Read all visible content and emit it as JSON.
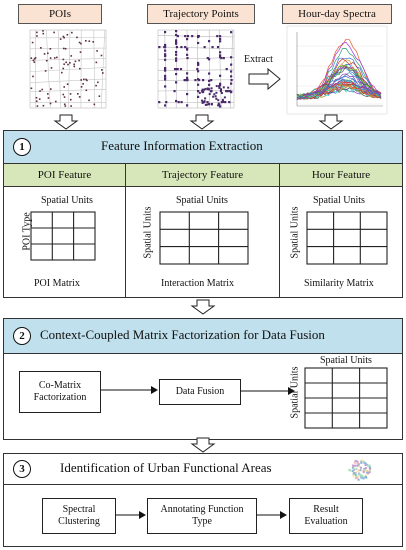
{
  "top": {
    "pois_label": "POIs",
    "trajectory_label": "Trajectory Points",
    "spectra_label": "Hour-day Spectra",
    "extract_label": "Extract"
  },
  "step1": {
    "number": "1",
    "title": "Feature Information Extraction",
    "columns": [
      {
        "header": "POI Feature",
        "top_axis": "Spatial Units",
        "side_axis": "POI Type",
        "matrix_label": "POI Matrix"
      },
      {
        "header": "Trajectory Feature",
        "top_axis": "Spatial Units",
        "side_axis": "Spatial Units",
        "matrix_label": "Interaction Matrix"
      },
      {
        "header": "Hour Feature",
        "top_axis": "Spatial Units",
        "side_axis": "Spatial Units",
        "matrix_label": "Similarity Matrix"
      }
    ]
  },
  "step2": {
    "number": "2",
    "title": "Context-Coupled Matrix Factorization for Data Fusion",
    "box1_line1": "Co-Matrix",
    "box1_line2": "Factorization",
    "box2": "Data Fusion",
    "top_axis": "Spatial Units",
    "side_axis": "Spatial Units"
  },
  "step3": {
    "number": "3",
    "title": "Identification of Urban Functional Areas",
    "box1_line1": "Spectral",
    "box1_line2": "Clustering",
    "box2_line1": "Annotating Function",
    "box2_line2": "Type",
    "box3_line1": "Result",
    "box3_line2": "Evaluation"
  },
  "colors": {
    "top_fill": "#fbe3d3",
    "header_fill": "#bfe0ec",
    "subheader_fill": "#d8e7b9",
    "poi_dot": "#5a2d3a",
    "trajectory_dot": "#4b2a6b"
  }
}
